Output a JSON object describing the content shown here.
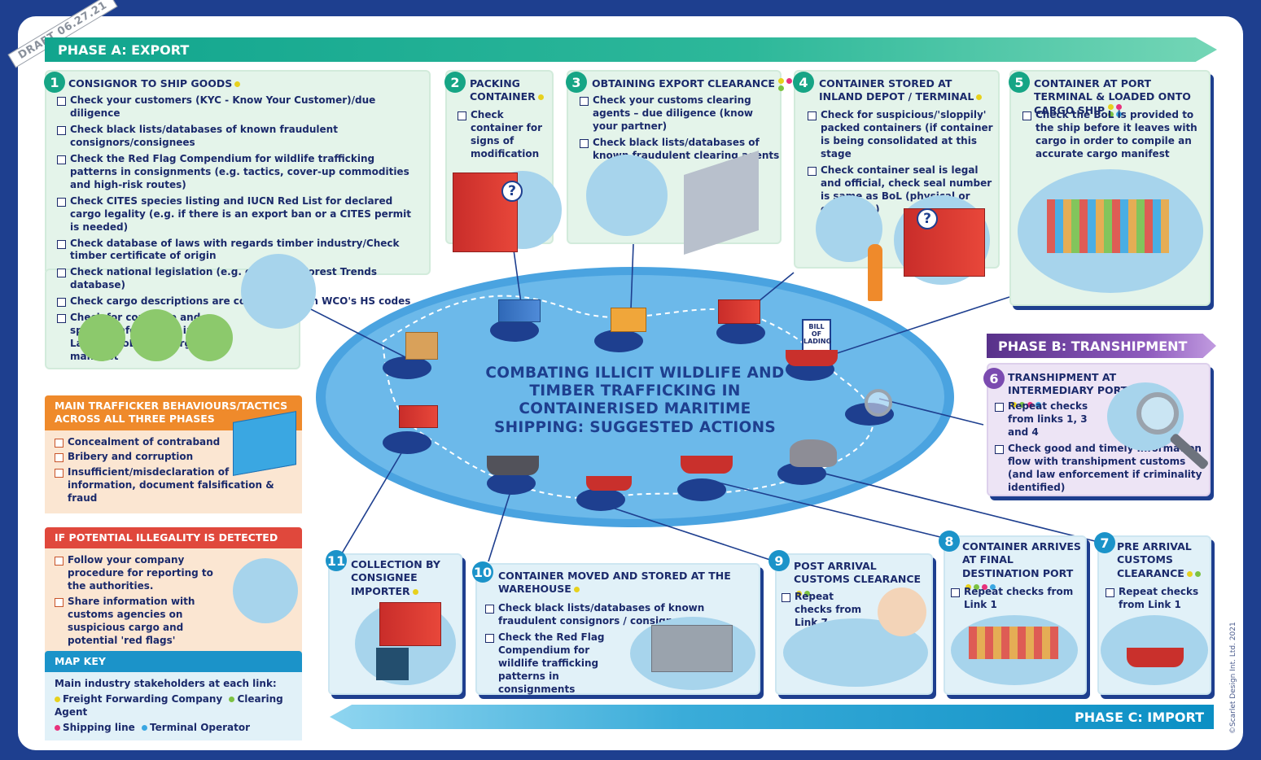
{
  "draft_stamp": "DRAFT 06.27.21",
  "copyright": "©Scarlet Design Int. Ltd. 2021",
  "phases": {
    "a": "PHASE A: EXPORT",
    "b": "PHASE B: TRANSHIPMENT",
    "c": "PHASE C: IMPORT"
  },
  "center_title": "COMBATING ILLICIT WILDLIFE AND TIMBER TRAFFICKING IN CONTAINERISED MARITIME SHIPPING: SUGGESTED ACTIONS",
  "steps": [
    {
      "num": "1",
      "title": "CONSIGNOR TO SHIP GOODS",
      "stakeholders": [
        "yellow"
      ],
      "checks": [
        "Check your customers (KYC - Know Your Customer)/due diligence",
        "Check black lists/databases of known fraudulent consignors/consignees",
        "Check the Red Flag Compendium for wildlife trafficking patterns in consignments (e.g. tactics, cover-up commodities and high-risk routes)",
        "Check CITES species listing and IUCN Red List for declared cargo legality (e.g. if there is an export ban or a CITES permit is needed)",
        "Check database of laws with regards timber industry/Check timber certificate of origin",
        "Check national legislation (e.g. check the Forest Trends database)",
        "Check cargo descriptions are consistent with WCO's HS codes",
        "Check for complete and specific information in Bill of Lading (BoL) and cargo manifest"
      ]
    },
    {
      "num": "2",
      "title": "PACKING CONTAINER",
      "stakeholders": [
        "yellow"
      ],
      "checks": [
        "Check container for signs of modification"
      ]
    },
    {
      "num": "3",
      "title": "OBTAINING EXPORT CLEARANCE",
      "stakeholders": [
        "yellow",
        "green",
        "pink"
      ],
      "checks": [
        "Check your customs clearing agents – due diligence (know your partner)",
        "Check black lists/databases of known fraudulent clearing agents"
      ]
    },
    {
      "num": "4",
      "title": "CONTAINER STORED AT INLAND DEPOT / TERMINAL",
      "stakeholders": [
        "yellow"
      ],
      "checks": [
        "Check for suspicious/'sloppily' packed containers (if container is being consolidated at this stage",
        "Check container seal is legal and official, check seal number is same as BoL (physical or electronic)"
      ]
    },
    {
      "num": "5",
      "title": "CONTAINER AT PORT TERMINAL & LOADED ONTO CARGO SHIP",
      "stakeholders": [
        "yellow",
        "green",
        "pink",
        "blue"
      ],
      "checks": [
        "Check the BoL is provided to the ship before it leaves with cargo in order to compile an accurate cargo manifest"
      ]
    },
    {
      "num": "6",
      "title": "TRANSHIPMENT AT INTERMEDIARY PORT",
      "stakeholders": [
        "yellow",
        "green",
        "pink",
        "blue"
      ],
      "checks": [
        "Repeat checks from links 1, 3 and 4",
        "Check good and timely information flow with transhipment customs (and law enforcement if criminality identified)"
      ]
    },
    {
      "num": "7",
      "title": "PRE ARRIVAL CUSTOMS CLEARANCE",
      "stakeholders": [
        "yellow",
        "green"
      ],
      "checks": [
        "Repeat checks from Link 1"
      ]
    },
    {
      "num": "8",
      "title": "CONTAINER ARRIVES AT FINAL DESTINATION PORT",
      "stakeholders": [
        "yellow",
        "green",
        "pink",
        "blue"
      ],
      "checks": [
        "Repeat checks from Link 1"
      ]
    },
    {
      "num": "9",
      "title": "POST ARRIVAL CUSTOMS CLEARANCE",
      "stakeholders": [
        "yellow",
        "green"
      ],
      "checks": [
        "Repeat checks from Link 7"
      ]
    },
    {
      "num": "10",
      "title": "CONTAINER MOVED AND STORED AT THE WAREHOUSE",
      "stakeholders": [
        "yellow"
      ],
      "checks": [
        "Check black lists/databases of known fraudulent consignors / consignees",
        "Check the Red Flag Compendium for wildlife trafficking patterns in consignments"
      ]
    },
    {
      "num": "11",
      "title": "COLLECTION BY CONSIGNEE IMPORTER",
      "stakeholders": [
        "yellow"
      ],
      "checks": []
    }
  ],
  "behaviours": {
    "title": "MAIN TRAFFICKER BEHAVIOURS/TACTICS ACROSS ALL THREE PHASES",
    "items": [
      "Concealment of contraband",
      "Bribery and corruption",
      "Insufficient/misdeclaration of information, document falsification & fraud"
    ]
  },
  "illegality": {
    "title": "IF POTENTIAL ILLEGALITY IS DETECTED",
    "items": [
      "Follow your company procedure for reporting to the authorities.",
      "Share information with customs agencies on suspicious cargo and potential 'red flags'"
    ]
  },
  "map_key": {
    "title": "MAP KEY",
    "subtitle": "Main industry stakeholders at each link:",
    "entries": [
      {
        "label": "Freight Forwarding Company",
        "color": "#e7d11d"
      },
      {
        "label": "Clearing Agent",
        "color": "#7cc242"
      },
      {
        "label": "Shipping line",
        "color": "#e8327c"
      },
      {
        "label": "Terminal Operator",
        "color": "#3aa7e2"
      }
    ]
  },
  "bol_doc": "BILL OF LADING",
  "colors": {
    "navy": "#1e3f8f",
    "green": "#16a585",
    "purple": "#7b4bb0",
    "blue": "#1b93c9",
    "orange": "#ef8a2b",
    "red": "#e0483c"
  }
}
